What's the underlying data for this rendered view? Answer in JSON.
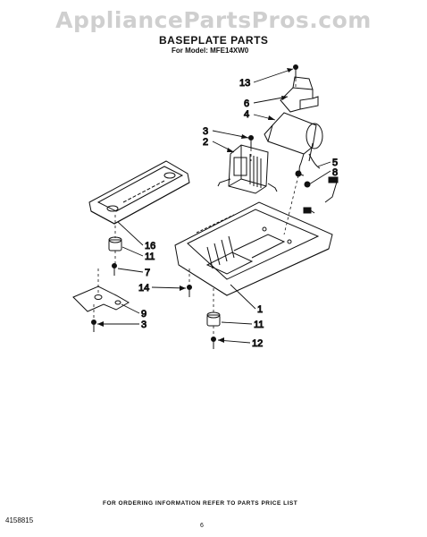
{
  "watermark": "AppliancePartsPros.com",
  "title": "BASEPLATE PARTS",
  "subtitle": "For Model: MFE14XW0",
  "callouts": [
    "13",
    "6",
    "4",
    "3",
    "2",
    "5",
    "8",
    "16",
    "11",
    "7",
    "14",
    "1",
    "9",
    "3",
    "11",
    "12"
  ],
  "footer": {
    "note": "FOR ORDERING INFORMATION REFER TO PARTS PRICE LIST",
    "doc_number": "4158815",
    "page_number": "6"
  }
}
